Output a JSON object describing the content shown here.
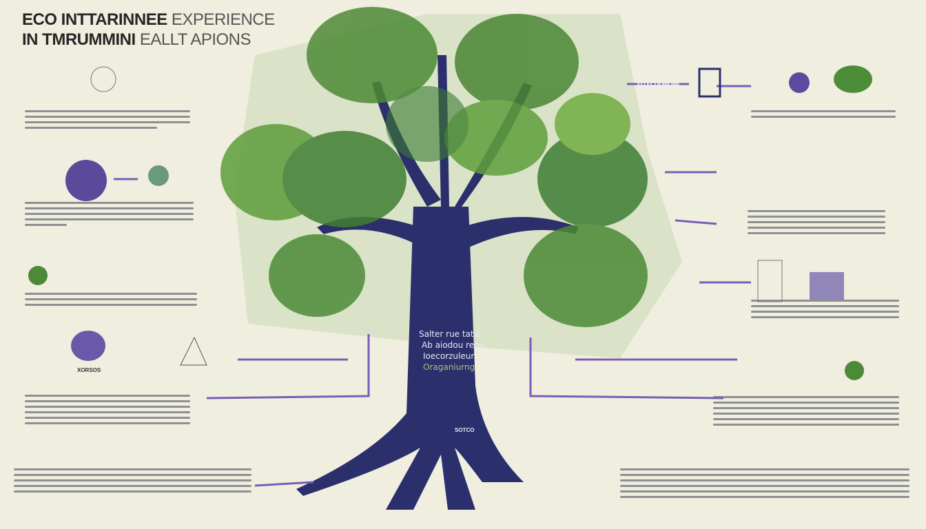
{
  "title": {
    "line1": "ECO INTTARINNEE",
    "line1b": "EXPERIENCE",
    "line2": "IN TMRUMMINI",
    "line2b": "EALLT APIONS"
  },
  "trunk_labels": [
    "Salter rue tatle",
    "Ab aiodou rene",
    "Ioecorzuleun",
    "Oraganiurng"
  ],
  "small_labels": {
    "left_flower": "XORSOS",
    "root": "SOTCO",
    "right_top_tag": "EO ECUEMIONE"
  },
  "colors": {
    "background": "#efeedf",
    "trunk": "#2b2f6c",
    "canopy": "#5f9a3e",
    "accent": "#7a5cb6"
  },
  "icons": [
    "scientist-sketch-icon",
    "globe-icon",
    "leaf-icon",
    "plant-pot-icon",
    "flower-icon",
    "pyramid-icon",
    "tree-icon",
    "building-icon",
    "clover-icon",
    "document-icon"
  ]
}
